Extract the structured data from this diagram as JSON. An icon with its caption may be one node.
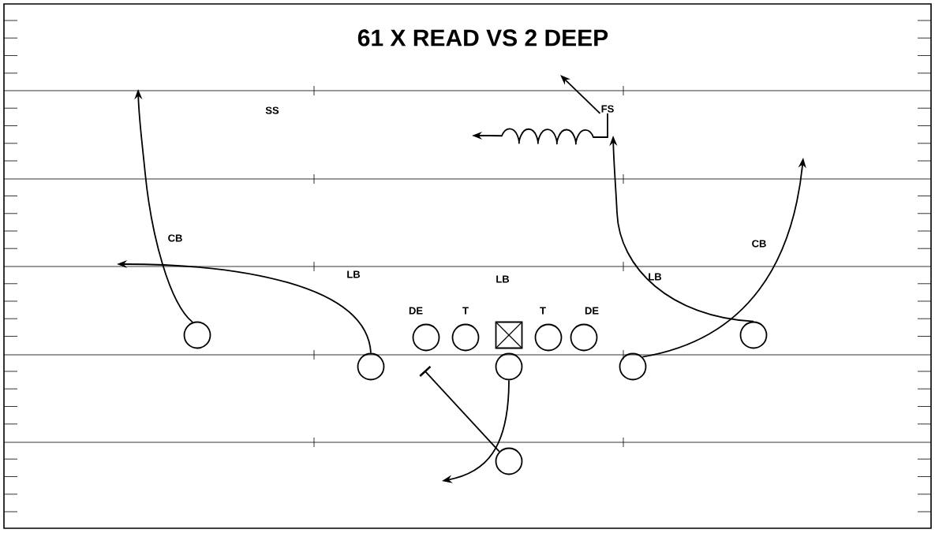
{
  "diagram": {
    "title": "61 X READ VS 2 DEEP",
    "nodes": [
      {
        "text": [
          "FS"
        ]
      },
      {
        "text": [],
        "shape": "circle"
      },
      {
        "text": [],
        "shape": "circle"
      },
      {
        "text": [],
        "shape": "circle"
      },
      {
        "text": [],
        "shape": "box"
      },
      {
        "text": [],
        "shape": "circle"
      },
      {
        "text": [],
        "shape": "circle"
      },
      {
        "text": [],
        "shape": "circle"
      },
      {
        "text": [],
        "shape": "circle"
      },
      {
        "text": [],
        "shape": "circle"
      },
      {
        "text": [],
        "shape": "circle"
      },
      {
        "text": [],
        "shape": "circle"
      }
    ],
    "edges": [
      {
        "from": 1,
        "to": null,
        "arrow": "to"
      },
      {
        "from": 8,
        "to": null,
        "arrow": "to"
      },
      {
        "from": 9,
        "to": null,
        "arrow": "to"
      },
      {
        "from": 11,
        "to": null,
        "arrow": "other"
      },
      {
        "from": 10,
        "to": null,
        "arrow": "to"
      },
      {
        "from": 7,
        "to": null,
        "arrow": "to"
      },
      {
        "from": 0,
        "to": null,
        "arrow": "to"
      },
      {
        "from": 0,
        "to": null,
        "arrow": "to"
      }
    ],
    "labels": [
      "SS",
      "CB",
      "LB",
      "LB",
      "LB",
      "CB",
      "DE",
      "T",
      "T",
      "DE"
    ]
  }
}
